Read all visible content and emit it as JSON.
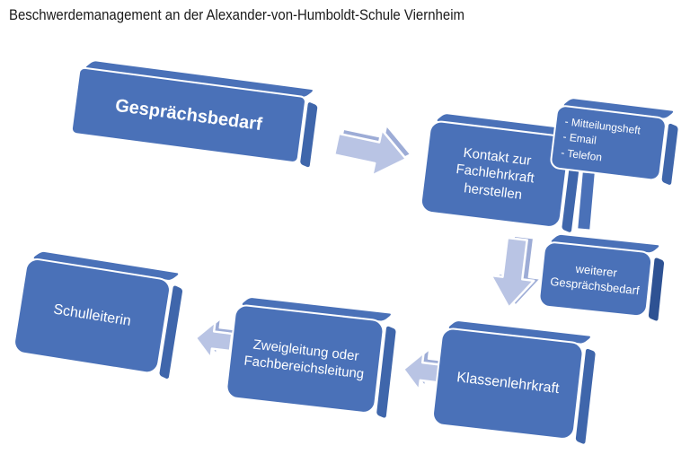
{
  "title": "Beschwerdemanagement an der Alexander-von-Humboldt-Schule Viernheim",
  "colors": {
    "canvas_bg": "#ffffff",
    "title_color": "#1a1a1a",
    "node_fill": "#4a71b8",
    "node_side": "#3f66ab",
    "node_side_dark": "#2e5293",
    "node_text": "#ffffff",
    "arrow_fill": "#b9c4e4",
    "arrow_side": "#9dacd6"
  },
  "nodes": {
    "gespraechsbedarf": {
      "label": "Gesprächsbedarf"
    },
    "kontakt": {
      "label": "Kontakt zur\nFachlehrkraft\nherstellen"
    },
    "kontaktwege": {
      "label": "- Mitteilungsheft\n- Email\n- Telefon"
    },
    "weiterer_bedarf": {
      "label": "weiterer\nGesprächsbedarf"
    },
    "klassenlehrkraft": {
      "label": "Klassenlehrkraft"
    },
    "zweigleitung": {
      "label": "Zweigleitung oder\nFachbereichsleitung"
    },
    "schulleiterin": {
      "label": "Schulleiterin"
    }
  }
}
